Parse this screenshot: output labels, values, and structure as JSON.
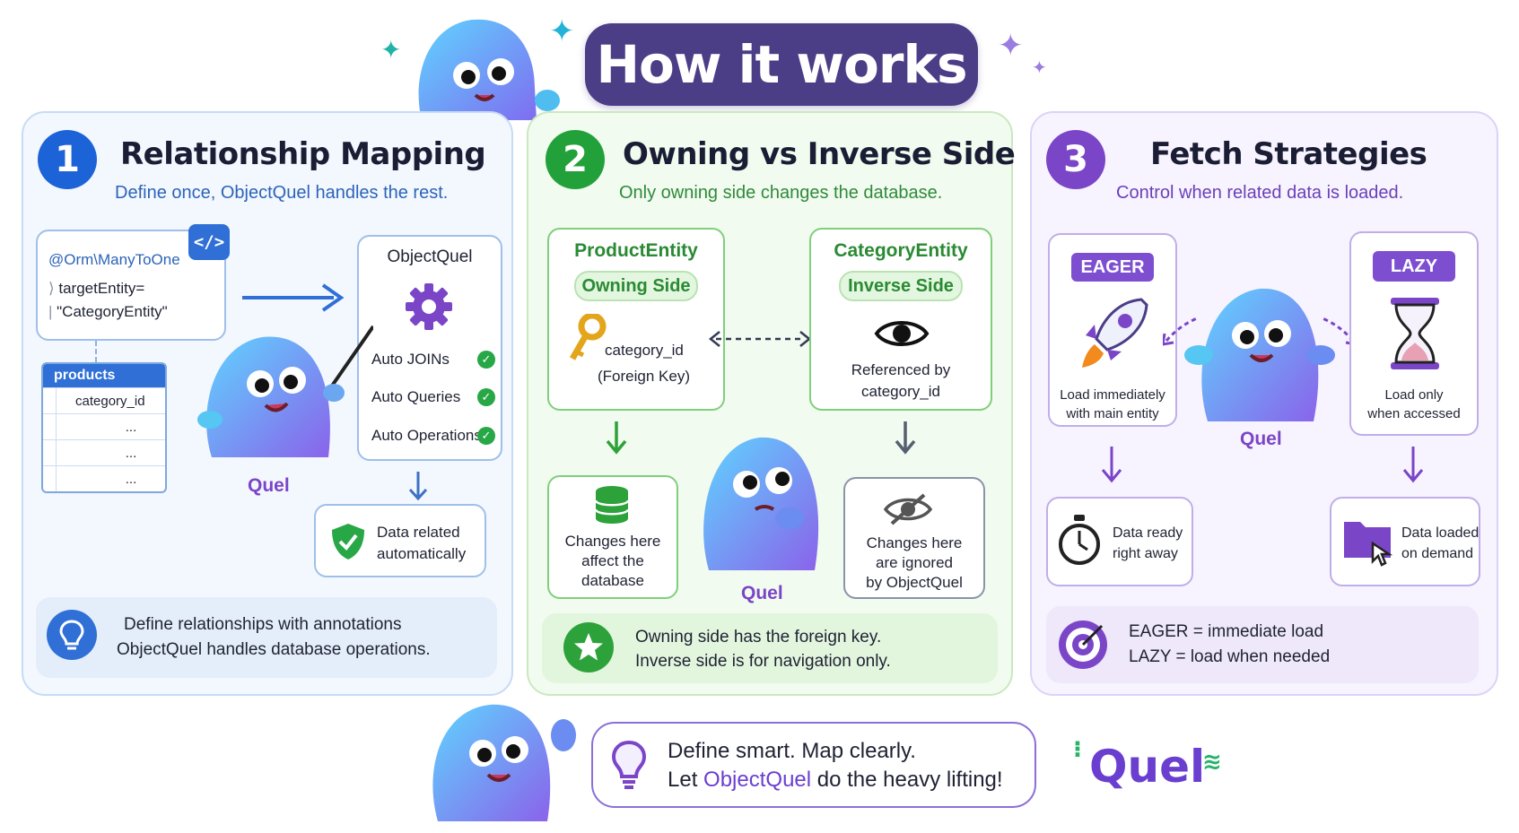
{
  "title": "How it works",
  "colors": {
    "blue": "#1d63d8",
    "green": "#22a13a",
    "purple": "#7b45c8",
    "title_bg": "#4b3d86"
  },
  "panel1": {
    "number": "1",
    "title": "Relationship Mapping",
    "subtitle": "Define once, ObjectQuel handles the rest.",
    "code": {
      "line1": "@Orm\\ManyToOne",
      "line2": "targetEntity=",
      "line3": "\"CategoryEntity\"",
      "badge": "</>"
    },
    "table": {
      "name": "products",
      "rows": [
        "category_id",
        "...",
        "...",
        "..."
      ]
    },
    "objectquel": {
      "title": "ObjectQuel",
      "features": [
        "Auto JOINs",
        "Auto Queries",
        "Auto Operations"
      ]
    },
    "mascot_label": "Quel",
    "result": {
      "line1": "Data related",
      "line2": "automatically"
    },
    "info": {
      "line1": "Define relationships with annotations",
      "line2": "ObjectQuel handles database operations."
    }
  },
  "panel2": {
    "number": "2",
    "title": "Owning vs Inverse Side",
    "subtitle": "Only owning side changes the database.",
    "product": {
      "title": "ProductEntity",
      "tag": "Owning Side",
      "line1": "category_id",
      "line2": "(Foreign Key)"
    },
    "category": {
      "title": "CategoryEntity",
      "tag": "Inverse Side",
      "line1": "Referenced by",
      "line2": "category_id"
    },
    "left_result": {
      "line1": "Changes here",
      "line2": "affect the",
      "line3": "database"
    },
    "right_result": {
      "line1": "Changes here",
      "line2": "are ignored",
      "line3": "by ObjectQuel"
    },
    "mascot_label": "Quel",
    "info": {
      "line1": "Owning side has the foreign key.",
      "line2": "Inverse side is for navigation only."
    }
  },
  "panel3": {
    "number": "3",
    "title": "Fetch Strategies",
    "subtitle": "Control when related data is loaded.",
    "eager": {
      "tag": "EAGER",
      "line1": "Load immediately",
      "line2": "with main entity"
    },
    "lazy": {
      "tag": "LAZY",
      "line1": "Load only",
      "line2": "when accessed"
    },
    "mascot_label": "Quel",
    "eager_result": {
      "line1": "Data ready",
      "line2": "right away"
    },
    "lazy_result": {
      "line1": "Data loaded",
      "line2": "on demand"
    },
    "info": {
      "line1": "EAGER = immediate load",
      "line2": "LAZY = load when needed"
    }
  },
  "footer": {
    "line1": "Define smart. Map clearly.",
    "line2_pre": "Let ",
    "line2_brand": "ObjectQuel",
    "line2_post": " do the heavy lifting!",
    "logo": "Quel"
  }
}
